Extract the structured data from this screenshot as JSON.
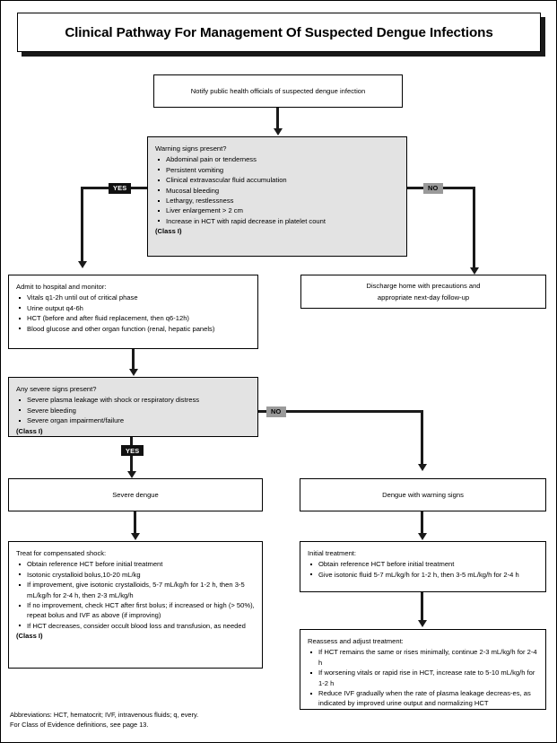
{
  "title": "Clinical Pathway For Management Of Suspected Dengue Infections",
  "nodes": {
    "notify": {
      "text": "Notify public health officials of suspected dengue infection"
    },
    "warning_signs": {
      "header": "Warning signs present?",
      "items": [
        "Abdominal pain or tenderness",
        "Persistent vomiting",
        "Clinical extravascular fluid accumulation",
        "Mucosal bleeding",
        "Lethargy, restlessness",
        "Liver enlargement > 2 cm",
        "Increase in HCT with rapid decrease in platelet count"
      ],
      "class_note": "(Class I)"
    },
    "admit": {
      "header": "Admit to hospital and monitor:",
      "items": [
        "Vitals q1-2h until out of critical phase",
        "Urine output q4-6h",
        "HCT (before and after fluid replacement, then q6-12h)",
        "Blood glucose and other organ function (renal, hepatic panels)"
      ]
    },
    "discharge": {
      "line1": "Discharge home with precautions and",
      "line2": "appropriate next-day follow-up"
    },
    "severe_signs": {
      "header": "Any severe signs present?",
      "items": [
        "Severe plasma leakage with shock or respiratory distress",
        "Severe bleeding",
        "Severe organ impairment/failure"
      ],
      "class_note": "(Class I)"
    },
    "severe_dengue": {
      "text": "Severe dengue"
    },
    "dengue_warning": {
      "text": "Dengue with warning signs"
    },
    "treat_shock": {
      "header": "Treat for compensated shock:",
      "items": [
        "Obtain reference HCT before initial treatment",
        "Isotonic crystalloid bolus,10-20 mL/kg",
        "If improvement, give isotonic crystalloids, 5-7 mL/kg/h for 1-2 h, then 3-5 mL/kg/h for 2-4 h, then 2-3 mL/kg/h",
        "If no improvement, check HCT after first bolus; if increased or high (> 50%), repeat bolus and IVF as above (if improving)",
        "If HCT decreases, consider occult blood loss and transfusion, as needed"
      ],
      "class_note": "(Class I)"
    },
    "initial_treatment": {
      "header": "Initial treatment:",
      "items": [
        "Obtain reference HCT before initial treatment",
        "Give isotonic fluid 5-7 mL/kg/h for 1-2 h, then 3-5 mL/kg/h for 2-4 h"
      ]
    },
    "reassess": {
      "header": "Reassess and adjust treatment:",
      "items": [
        "If HCT remains the same or rises minimally, continue 2-3 mL/kg/h for 2-4 h",
        "If worsening vitals or rapid rise in HCT, increase rate to 5-10 mL/kg/h for 1-2 h",
        "Reduce IVF gradually when the rate of plasma leakage decreas-es, as indicated by improved urine output and normalizing HCT"
      ]
    }
  },
  "branch_labels": {
    "warning_yes": "YES",
    "warning_no": "NO",
    "severe_yes": "YES",
    "severe_no": "NO"
  },
  "footer": "Abbreviations: HCT, hematocrit; IVF, intravenous fluids; q, every.\nFor Class of Evidence definitions, see page 13.",
  "colors": {
    "shaded_box": "#e3e3e3",
    "yes_chip_bg": "#111111",
    "no_chip_bg": "#9a9a9a",
    "line": "#1a1a1a"
  }
}
